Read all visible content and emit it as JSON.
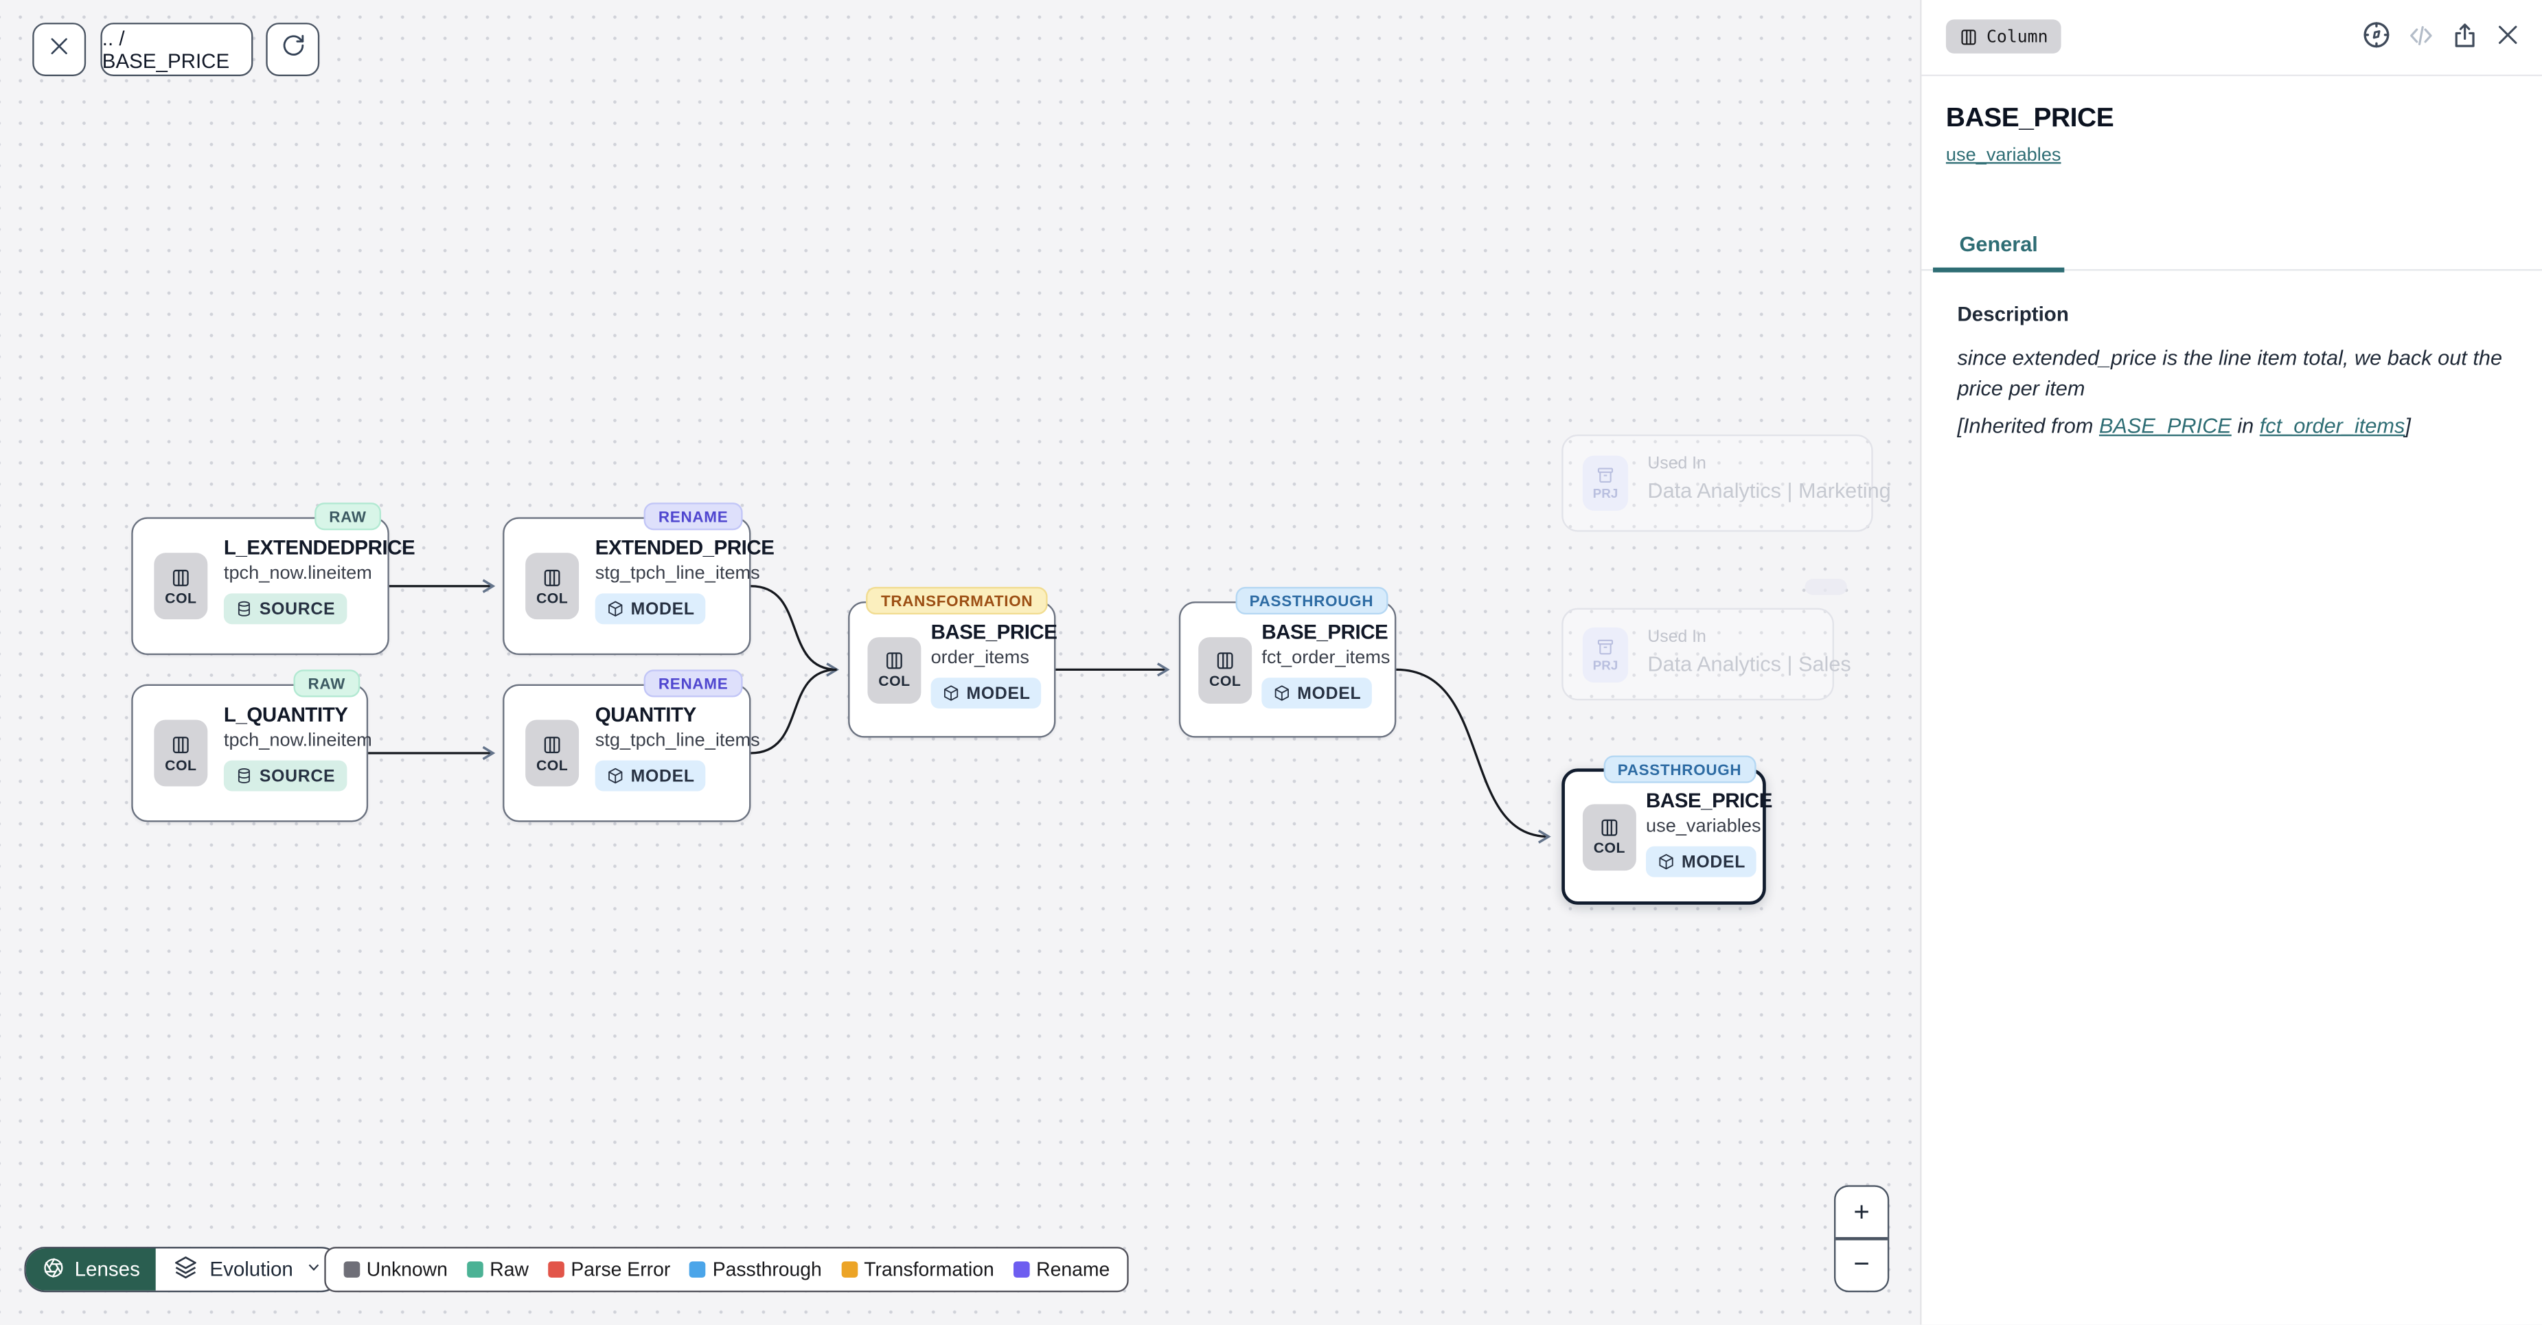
{
  "toolbar": {
    "breadcrumb": ".. / BASE_PRICE"
  },
  "panel": {
    "badge": "Column",
    "title": "BASE_PRICE",
    "subtitle_link": "use_variables",
    "tab": "General",
    "description_heading": "Description",
    "description_text": "since extended_price is the line item total, we back out the price per item",
    "inherited": {
      "prefix": "[Inherited from ",
      "link1": "BASE_PRICE",
      "mid": " in ",
      "link2": "fct_order_items",
      "suffix": "]"
    }
  },
  "nodes": [
    {
      "lens": "RAW",
      "title": "L_EXTENDEDPRICE",
      "subtitle": "tpch_now.lineitem",
      "kind": "COL",
      "type": "SOURCE"
    },
    {
      "lens": "RENAME",
      "title": "EXTENDED_PRICE",
      "subtitle": "stg_tpch_line_items",
      "kind": "COL",
      "type": "MODEL"
    },
    {
      "lens": "RAW",
      "title": "L_QUANTITY",
      "subtitle": "tpch_now.lineitem",
      "kind": "COL",
      "type": "SOURCE"
    },
    {
      "lens": "RENAME",
      "title": "QUANTITY",
      "subtitle": "stg_tpch_line_items",
      "kind": "COL",
      "type": "MODEL"
    },
    {
      "lens": "TRANSFORMATION",
      "title": "BASE_PRICE",
      "subtitle": "order_items",
      "kind": "COL",
      "type": "MODEL"
    },
    {
      "lens": "PASSTHROUGH",
      "title": "BASE_PRICE",
      "subtitle": "fct_order_items",
      "kind": "COL",
      "type": "MODEL"
    },
    {
      "lens": "PASSTHROUGH",
      "title": "BASE_PRICE",
      "subtitle": "use_variables",
      "kind": "COL",
      "type": "MODEL"
    }
  ],
  "ghosts": [
    {
      "label": "Used In",
      "name": "Data Analytics | Marketing",
      "kind": "PRJ"
    },
    {
      "label": "Used In",
      "name": "Data Analytics | Sales",
      "kind": "PRJ"
    }
  ],
  "legend": {
    "lenses": "Lenses",
    "mode": "Evolution",
    "items": [
      {
        "label": "Unknown",
        "color": "#6f6f78"
      },
      {
        "label": "Raw",
        "color": "#4bb295"
      },
      {
        "label": "Parse Error",
        "color": "#e25549"
      },
      {
        "label": "Passthrough",
        "color": "#4ba5e9"
      },
      {
        "label": "Transformation",
        "color": "#eca426"
      },
      {
        "label": "Rename",
        "color": "#6e5ef0"
      }
    ]
  },
  "zoom": {
    "in": "+",
    "out": "−"
  },
  "colors": {
    "accent_teal": "#2e6d74",
    "lenses_button": "#2a5e50",
    "raw_badge_bg": "#d8f5e8",
    "rename_badge_bg": "#dee0fb",
    "transformation_badge_bg": "#fbefbe",
    "passthrough_badge_bg": "#d7ebfb",
    "source_badge_bg": "#d7efe7",
    "model_badge_bg": "#ddeefd",
    "canvas_bg": "#f4f4f6"
  }
}
